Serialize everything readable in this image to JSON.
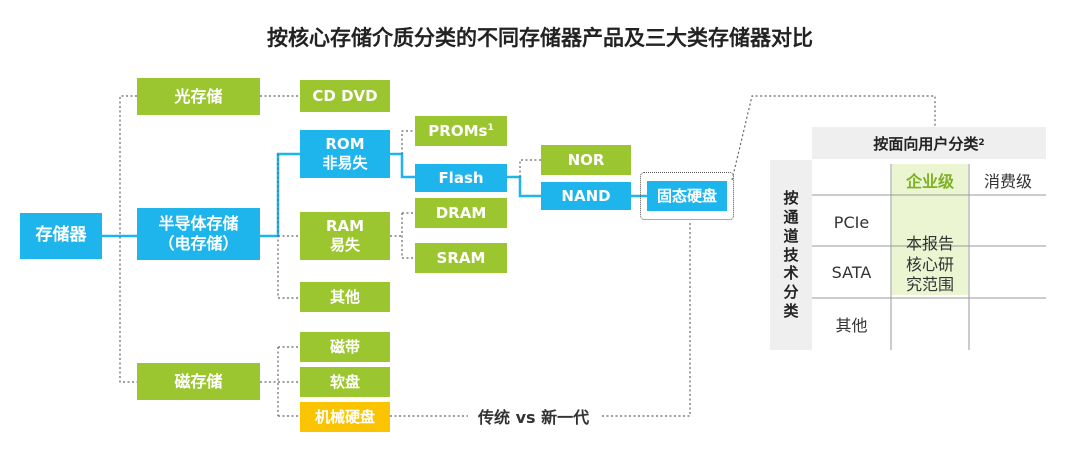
{
  "title": "按核心存储介质分类的不同存储器产品及三大类存储器对比",
  "tree": {
    "root": "存储器",
    "optical": "光存储",
    "cd_dvd": "CD DVD",
    "semiconductor": "半导体存储（电存储）",
    "rom": "ROM\n非易失",
    "proms": "PROMs",
    "proms_sup": "1",
    "flash": "Flash",
    "nor": "NOR",
    "nand": "NAND",
    "ssd": "固态硬盘",
    "ram": "RAM\n易失",
    "dram": "DRAM",
    "sram": "SRAM",
    "other_semi": "其他",
    "magnetic": "磁存储",
    "tape": "磁带",
    "floppy": "软盘",
    "hdd": "机械硬盘",
    "bottom_label": "传统 vs 新一代"
  },
  "table": {
    "header": "按面向用户分类",
    "header_sup": "2",
    "side_header": [
      "按",
      "通",
      "道",
      "技",
      "术",
      "分",
      "类"
    ],
    "col_enterprise": "企业级",
    "col_consumer": "消费级",
    "row_pcie": "PCIe",
    "row_sata": "SATA",
    "row_other": "其他",
    "highlight_text": "本报告\n核心研\n究范围"
  },
  "colors": {
    "blue": "#1EB5EC",
    "green": "#9CC630",
    "yellow": "#FBC400",
    "enterprise_text": "#7DB224"
  }
}
